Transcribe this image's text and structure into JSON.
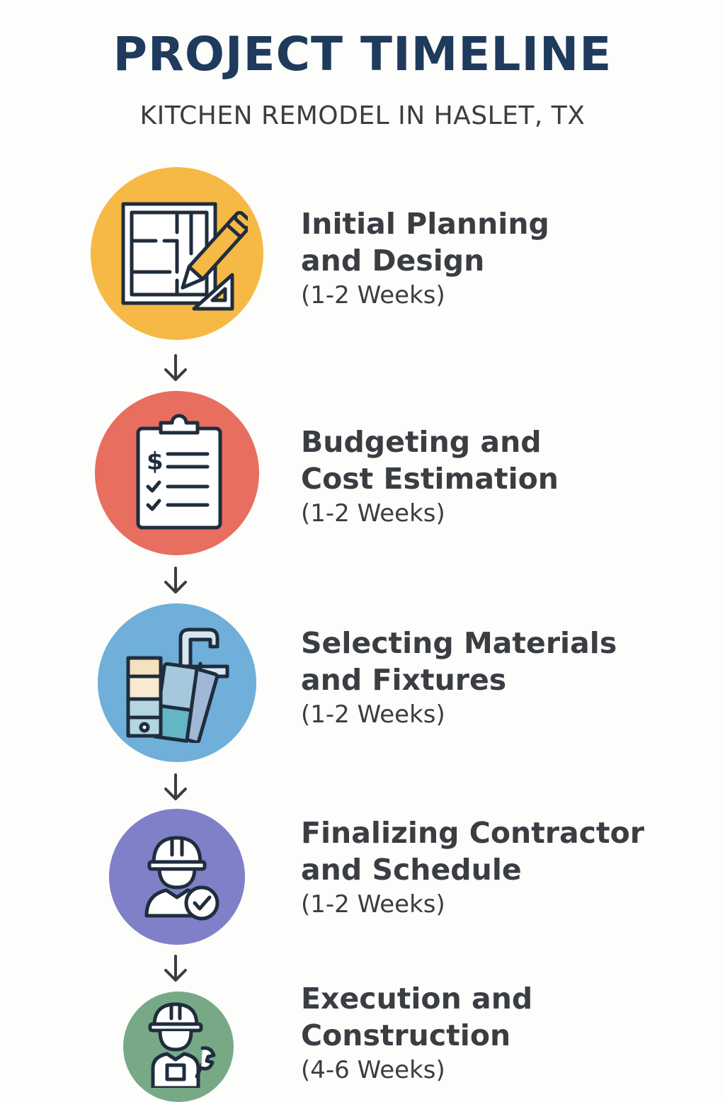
{
  "header": {
    "title": "PROJECT TIMELINE",
    "subtitle": "KITCHEN REMODEL IN HASLET, TX"
  },
  "steps": [
    {
      "title_line1": "Initial Planning",
      "title_line2": "and Design",
      "duration": "(1-2 Weeks)",
      "icon": "blueprint-pencil-icon",
      "color": "#f6b945"
    },
    {
      "title_line1": "Budgeting and",
      "title_line2": "Cost Estimation",
      "duration": "(1-2 Weeks)",
      "icon": "clipboard-budget-icon",
      "color": "#e86e5f"
    },
    {
      "title_line1": "Selecting Materials",
      "title_line2": "and Fixtures",
      "duration": "(1-2 Weeks)",
      "icon": "swatches-faucet-icon",
      "color": "#6fafd9"
    },
    {
      "title_line1": "Finalizing Contractor",
      "title_line2": "and Schedule",
      "duration": "(1-2 Weeks)",
      "icon": "contractor-check-icon",
      "color": "#7f80c8"
    },
    {
      "title_line1": "Execution and",
      "title_line2": "Construction",
      "duration": "(4-6 Weeks)",
      "icon": "worker-wrench-icon",
      "color": "#78a987"
    }
  ],
  "colors": {
    "title": "#1e3a5c",
    "text": "#3a3d42",
    "icon_line": "#1f2d3d"
  }
}
